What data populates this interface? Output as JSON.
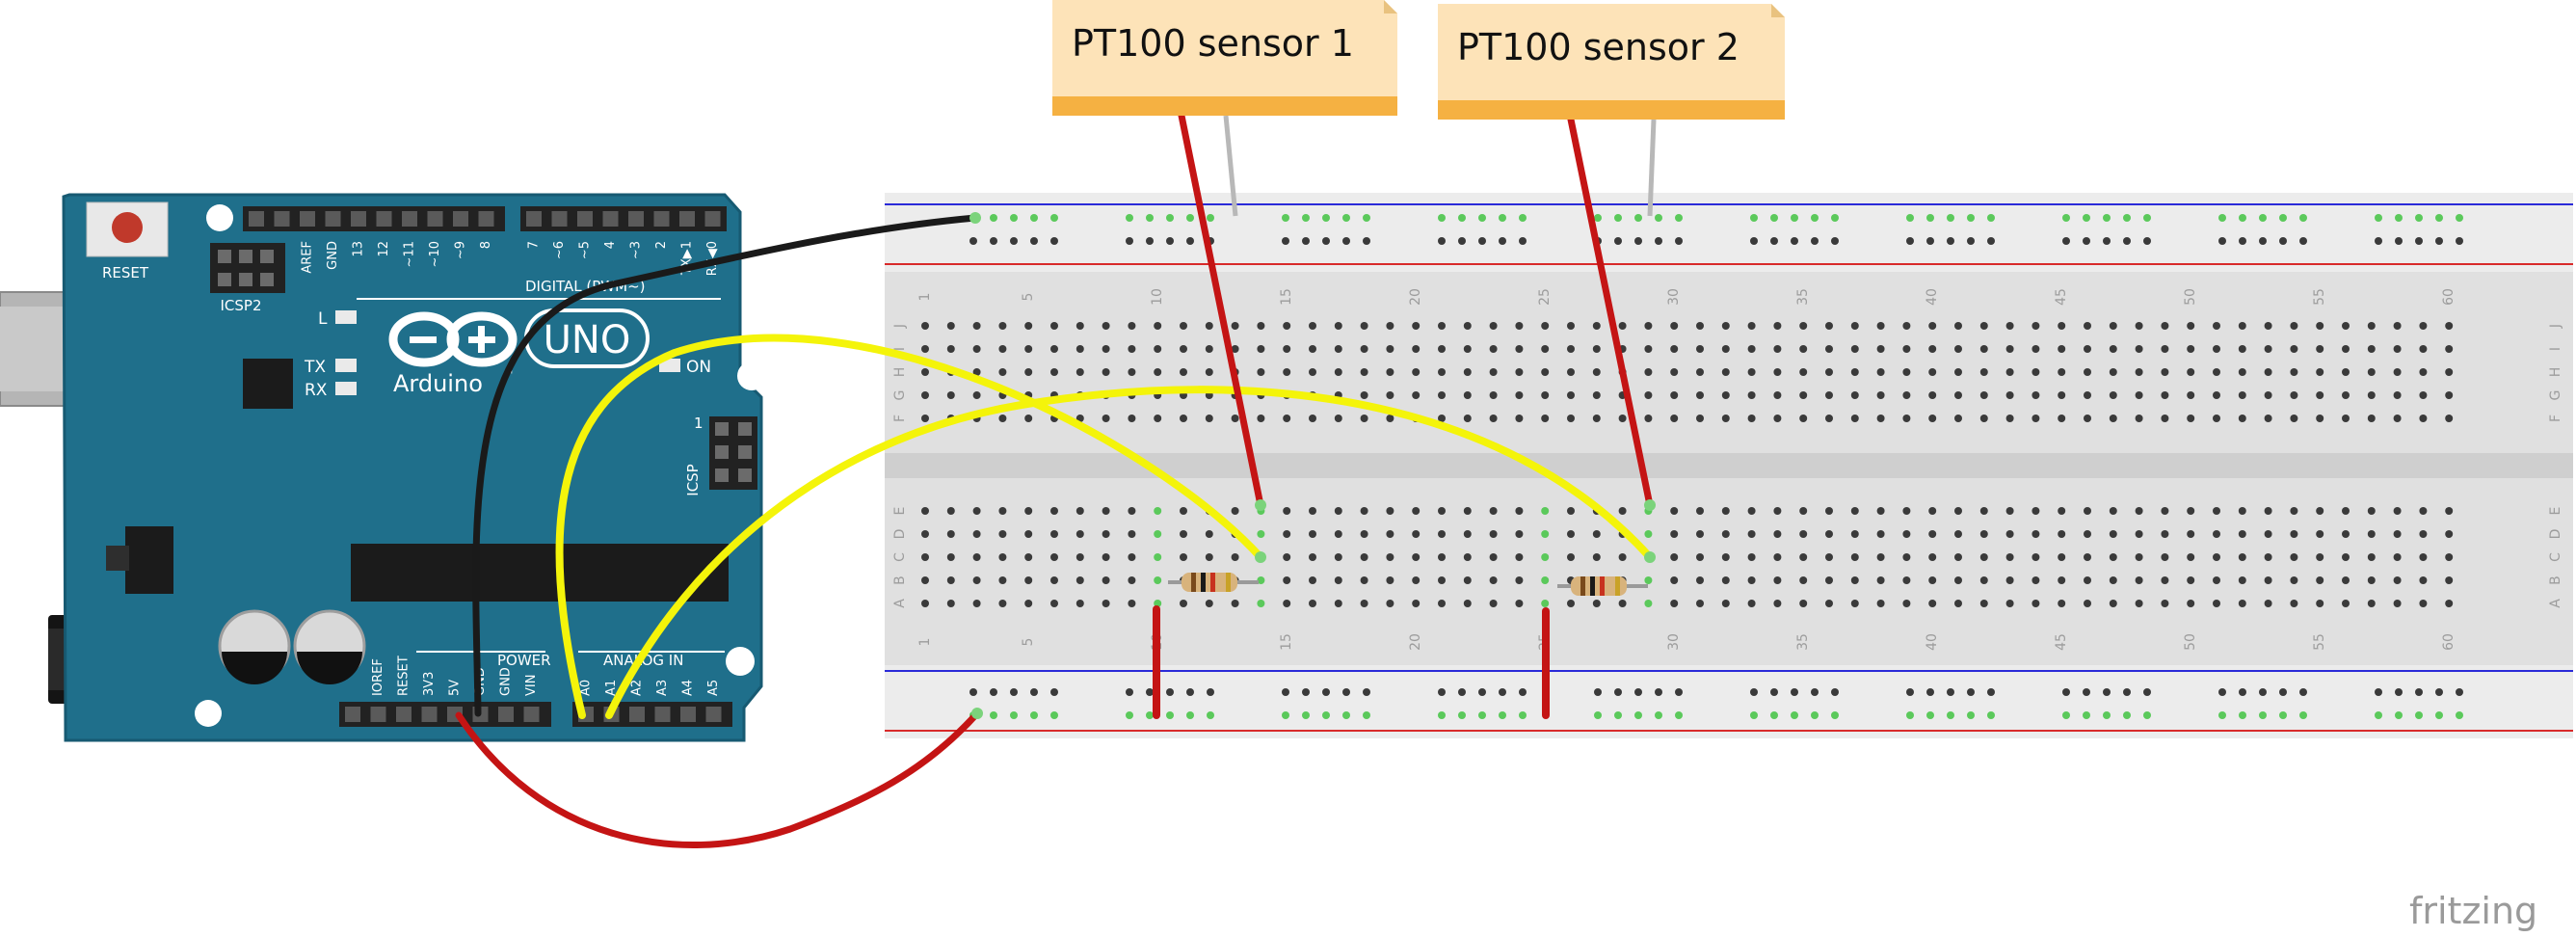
{
  "arduino": {
    "reset_label": "RESET",
    "icsp2_label": "ICSP2",
    "icsp_label": "ICSP",
    "led_l": "L",
    "led_tx": "TX",
    "led_rx": "RX",
    "on_label": "ON",
    "brand": "Arduino",
    "trademark": "™",
    "model": "UNO",
    "digital_label": "DIGITAL (PWM~)",
    "power_label": "POWER",
    "analog_label": "ANALOG IN",
    "icsp_pin1": "1",
    "digital_pins": [
      "AREF",
      "GND",
      "13",
      "12",
      "~11",
      "~10",
      "~9",
      "8",
      "7",
      "~6",
      "~5",
      "4",
      "~3",
      "2",
      "TX▶1",
      "RX◀0"
    ],
    "power_pins": [
      "IOREF",
      "RESET",
      "3V3",
      "5V",
      "GND",
      "GND",
      "VIN"
    ],
    "analog_pins": [
      "A0",
      "A1",
      "A2",
      "A3",
      "A4",
      "A5"
    ]
  },
  "breadboard": {
    "column_numbers": [
      "1",
      "5",
      "10",
      "15",
      "20",
      "25",
      "30",
      "35",
      "40",
      "45",
      "50",
      "55",
      "60"
    ],
    "row_letters_top": [
      "J",
      "I",
      "H",
      "G",
      "F"
    ],
    "row_letters_bottom": [
      "E",
      "D",
      "C",
      "B",
      "A"
    ]
  },
  "sensors": [
    {
      "label": "PT100 sensor 1"
    },
    {
      "label": "PT100 sensor 2"
    }
  ],
  "wire_colors": {
    "black": "#1a1a1a",
    "red": "#c41414",
    "yellow": "#f4f40a",
    "board_teal": "#1f6f8b"
  },
  "footer": {
    "logo": "fritzing"
  }
}
